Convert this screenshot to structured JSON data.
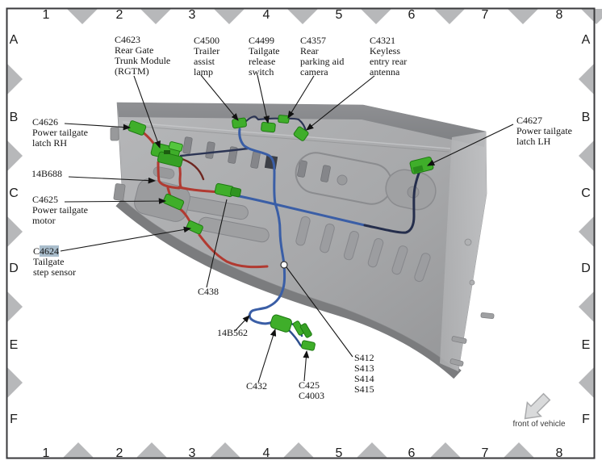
{
  "figure": {
    "grid": {
      "columns": [
        "1",
        "2",
        "3",
        "4",
        "5",
        "6",
        "7",
        "8"
      ],
      "rows": [
        "A",
        "B",
        "C",
        "D",
        "E",
        "F"
      ]
    },
    "orientation": {
      "label": "front of vehicle"
    },
    "callouts": {
      "c4623": {
        "text": "C4623\nRear Gate\nTrunk Module\n(RGTM)"
      },
      "c4500": {
        "text": "C4500\nTrailer\nassist\nlamp"
      },
      "c4499": {
        "text": "C4499\nTailgate\nrelease\nswitch"
      },
      "c4357": {
        "text": "C4357\nRear\nparking aid\ncamera"
      },
      "c4321": {
        "text": "C4321\nKeyless\nentry rear\nantenna"
      },
      "c4626": {
        "text": "C4626\nPower tailgate\nlatch RH"
      },
      "b14b688": {
        "text": "14B688"
      },
      "c4625": {
        "text": "C4625\nPower tailgate\nmotor"
      },
      "c4624": {
        "prefix": "C",
        "highlighted": "4624",
        "desc": "Tailgate\nstep sensor"
      },
      "c4627": {
        "text": "C4627\nPower tailgate\nlatch LH"
      },
      "c438": {
        "text": "C438"
      },
      "b14b562": {
        "text": "14B562"
      },
      "c432": {
        "text": "C432"
      },
      "c425": {
        "text": "C425\nC4003"
      },
      "s412": {
        "text": "S412\nS413\nS414\nS415"
      }
    },
    "colors": {
      "harness_red": "#b13a31",
      "harness_blue": "#3a5ea6",
      "harness_dark": "#252e4c",
      "connector_green": "#3fae2a",
      "connector_green_dark": "#1e7a12",
      "grid_marker_gray": "#b7b8ba",
      "selection_highlight": "#a9bdcc"
    }
  }
}
